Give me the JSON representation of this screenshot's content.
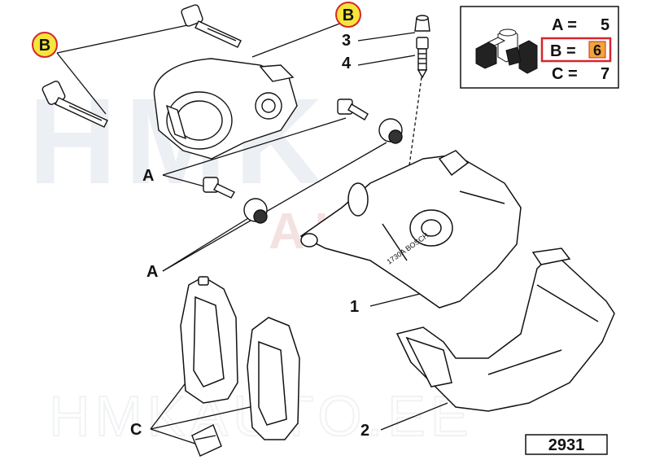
{
  "watermark": {
    "brand": "HMK",
    "sub": "AUTO",
    "bottom": "HMKAUTO.EE"
  },
  "callouts": [
    {
      "id": "B-left",
      "text": "B",
      "highlight": true
    },
    {
      "id": "B-top",
      "text": "B",
      "highlight": true
    },
    {
      "id": "3",
      "text": "3",
      "highlight": false
    },
    {
      "id": "4",
      "text": "4",
      "highlight": false
    },
    {
      "id": "A-upper",
      "text": "A",
      "highlight": false
    },
    {
      "id": "A-lower",
      "text": "A",
      "highlight": false
    },
    {
      "id": "1",
      "text": "1",
      "highlight": false
    },
    {
      "id": "2",
      "text": "2",
      "highlight": false
    },
    {
      "id": "C",
      "text": "C",
      "highlight": false
    }
  ],
  "legend": {
    "rows": [
      {
        "label": "A =",
        "value": "5",
        "highlight": false
      },
      {
        "label": "B =",
        "value": "6",
        "highlight": true
      },
      {
        "label": "C =",
        "value": "7",
        "highlight": false
      }
    ]
  },
  "figure_number": "2931",
  "part_markings": {
    "caliper": "1730A BOSCH"
  },
  "colors": {
    "callout_fill": "#f7e63a",
    "callout_ring": "#d6262c",
    "legend_border": "#111111",
    "highlight_box": "#d6262c",
    "highlight_fill": "#f2a33a",
    "watermark": "#e9edf2",
    "watermark_red": "#f3dddd"
  }
}
